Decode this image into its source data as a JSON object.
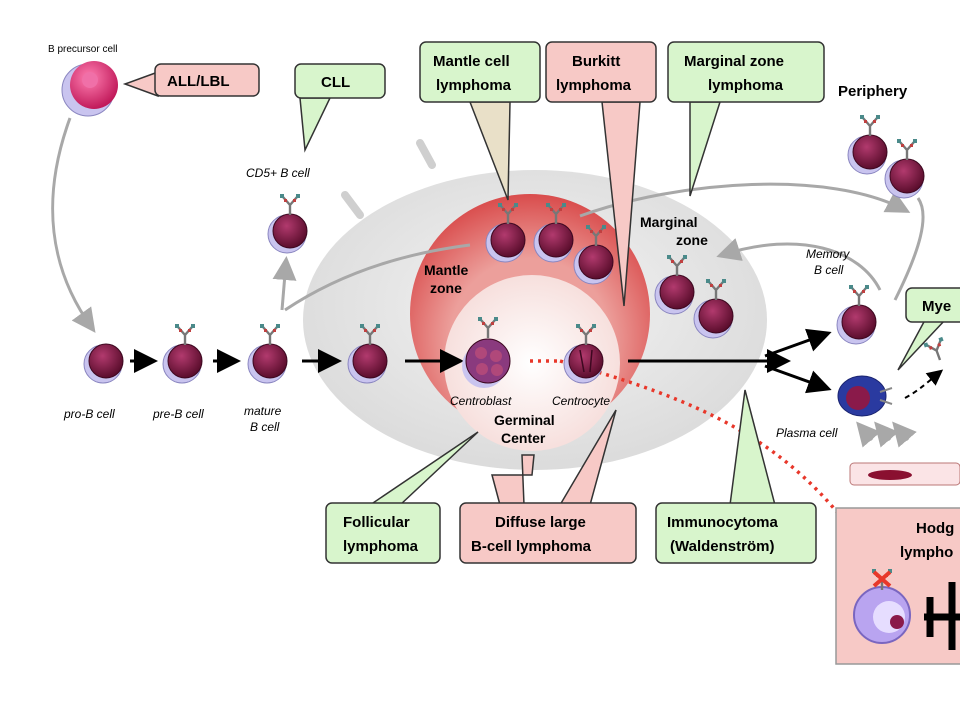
{
  "labels": {
    "b_precursor": "B precursor cell",
    "pro_b": "pro-B cell",
    "pre_b": "pre-B cell",
    "mature_b_1": "mature",
    "mature_b_2": "B cell",
    "cd5_b": "CD5+ B cell",
    "mantle_1": "Mantle",
    "mantle_2": "zone",
    "marginal_zone_1": "Marginal",
    "marginal_zone_2": "zone",
    "periphery": "Periphery",
    "memory_1": "Memory",
    "memory_2": "B cell",
    "centroblast": "Centroblast",
    "centrocyte": "Centrocyte",
    "germinal_1": "Germinal",
    "germinal_2": "Center",
    "plasma": "Plasma cell"
  },
  "callouts": {
    "all_lbl": "ALL/LBL",
    "cll": "CLL",
    "mantle_cell_1": "Mantle cell",
    "mantle_cell_2": "lymphoma",
    "burkitt_1": "Burkitt",
    "burkitt_2": "lymphoma",
    "marginal_1": "Marginal zone",
    "marginal_2": "lymphoma",
    "myeloma": "Mye",
    "follicular_1": "Follicular",
    "follicular_2": "lymphoma",
    "dlbcl_1": "Diffuse large",
    "dlbcl_2": "B-cell lymphoma",
    "immuno_1": "Immunocytoma",
    "immuno_2": "(Waldenström)",
    "hodgkin_1": "Hodg",
    "hodgkin_2": "lympho"
  },
  "colors": {
    "green_box": "#d8f5cc",
    "pink_box": "#f7c9c6",
    "cell": "#7a1642",
    "cell_shadow": "#c9c4ef",
    "red_dotted": "#e8372a",
    "grey_arrow": "#a8a8a8"
  },
  "icons": [
    "antibody-icon",
    "b-cell-icon",
    "reed-sternberg-cell-icon",
    "inhibition-icon"
  ]
}
